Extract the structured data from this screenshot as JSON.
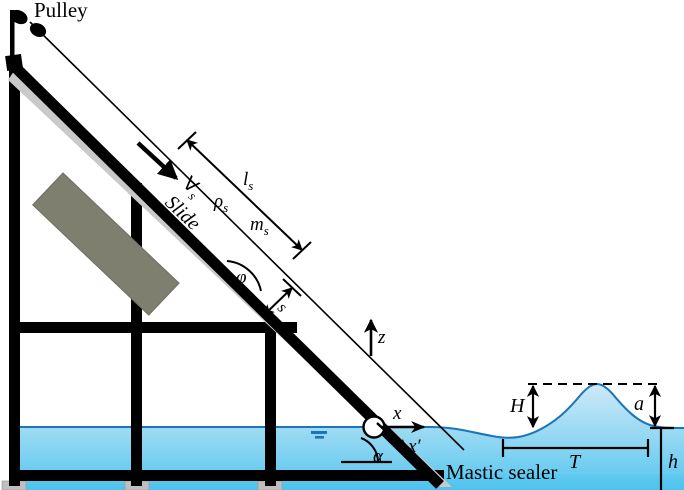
{
  "figure": {
    "kind": "engineering-schematic",
    "description": "Landslide-generated wave laboratory setup: inclined slide on a frame with pulley, water basin and solitary wave",
    "colors": {
      "water_surface_line": "#1b75bb",
      "water_top": "#cfe9f7",
      "water_bottom": "#5bc8ef",
      "slide_block": "#7f7f70",
      "frame": "#000000",
      "ramp_shadow": "#c9c9c9",
      "foot": "#bfbfbf"
    },
    "labels": {
      "pulley": "Pulley",
      "slide": "Slide",
      "mastic_sealer": "Mastic sealer",
      "slide_volume": "∀",
      "slide_volume_sub": "s",
      "slide_density": "ρ",
      "slide_density_sub": "s",
      "slide_mass": "m",
      "slide_mass_sub": "s",
      "slide_length": "l",
      "slide_length_sub": "s",
      "slide_thickness": "s",
      "slide_angle": "φ",
      "ramp_angle": "α",
      "vertical_axis": "z",
      "horizontal_axis": "x",
      "slope_axis": "x′",
      "wave_height": "H",
      "wave_amplitude": "a",
      "wave_period": "T",
      "water_depth": "h"
    },
    "annotations": [
      {
        "name": "pulley",
        "text": "Pulley"
      },
      {
        "name": "slide-block",
        "text": "Slide"
      },
      {
        "name": "mastic-sealer",
        "text": "Mastic sealer"
      },
      {
        "name": "slide-volume",
        "text": "∀s"
      },
      {
        "name": "slide-density",
        "text": "ρs"
      },
      {
        "name": "slide-mass",
        "text": "ms"
      },
      {
        "name": "slide-length",
        "text": "ls"
      },
      {
        "name": "slide-thickness",
        "text": "s"
      },
      {
        "name": "slide-inclination-angle",
        "text": "φ"
      },
      {
        "name": "ramp-inclination-angle",
        "text": "α"
      },
      {
        "name": "vertical-coordinate",
        "text": "z"
      },
      {
        "name": "horizontal-coordinate",
        "text": "x"
      },
      {
        "name": "slope-coordinate",
        "text": "x′"
      },
      {
        "name": "wave-height",
        "text": "H"
      },
      {
        "name": "wave-amplitude",
        "text": "a"
      },
      {
        "name": "wave-period",
        "text": "T"
      },
      {
        "name": "water-depth",
        "text": "h"
      }
    ]
  }
}
